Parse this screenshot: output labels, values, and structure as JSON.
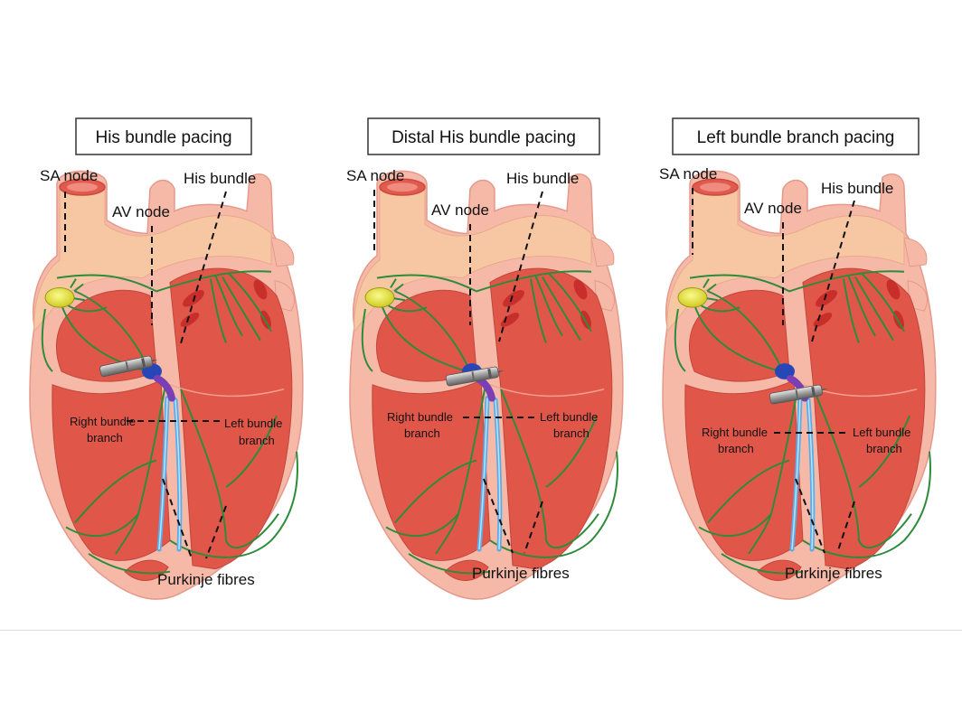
{
  "panels": [
    {
      "title": "His bundle pacing",
      "labels": {
        "sa_node": "SA node",
        "av_node": "AV node",
        "his_bundle": "His bundle",
        "right_bundle_1": "Right bundle",
        "right_bundle_2": "branch",
        "left_bundle_1": "Left bundle",
        "left_bundle_2": "branch",
        "purkinje": "Purkinje fibres"
      }
    },
    {
      "title": "Distal His bundle pacing",
      "labels": {
        "sa_node": "SA node",
        "av_node": "AV node",
        "his_bundle": "His bundle",
        "right_bundle_1": "Right bundle",
        "right_bundle_2": "branch",
        "left_bundle_1": "Left bundle",
        "left_bundle_2": "branch",
        "purkinje": "Purkinje fibres"
      }
    },
    {
      "title": "Left bundle branch pacing",
      "labels": {
        "sa_node": "SA node",
        "av_node": "AV node",
        "his_bundle": "His bundle",
        "right_bundle_1": "Right bundle",
        "right_bundle_2": "branch",
        "left_bundle_1": "Left bundle",
        "left_bundle_2": "branch",
        "purkinje": "Purkinje fibres"
      }
    }
  ],
  "colors": {
    "outer_tissue": "#f6b9a8",
    "atrium": "#f7c7a4",
    "chamber": "#e0574a",
    "sa_node": "#e6e43a",
    "av_node": "#2747b8",
    "his_bundle": "#7b3fb5",
    "bundle_branch": "#5aace8",
    "conduction": "#2e8b3a",
    "lead": "#a9a9a9"
  },
  "icons": {
    "pacing_lead": "pacing-lead-icon",
    "heart": "heart-illustration"
  }
}
